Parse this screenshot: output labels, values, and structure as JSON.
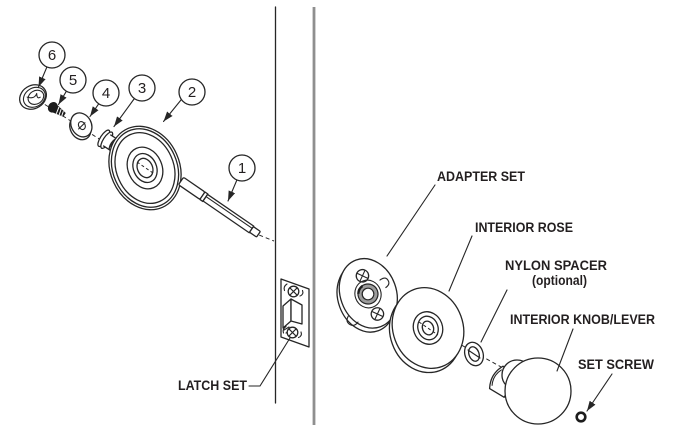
{
  "diagram": {
    "part_labels": {
      "latch_set": "LATCH SET",
      "adapter_set": "ADAPTER SET",
      "interior_rose": "INTERIOR ROSE",
      "nylon_spacer": "NYLON SPACER",
      "nylon_spacer_note": "(optional)",
      "interior_knob_lever": "INTERIOR KNOB/LEVER",
      "set_screw": "SET SCREW"
    },
    "callouts": [
      {
        "number": "1"
      },
      {
        "number": "2"
      },
      {
        "number": "3"
      },
      {
        "number": "4"
      },
      {
        "number": "5"
      },
      {
        "number": "6"
      }
    ],
    "colors": {
      "line": "#262626",
      "door_edge_gray": "#8f8f8f",
      "screw_fill": "#1c1c1c",
      "adapter_ring_gray": "#9c9c9c",
      "background": "#ffffff"
    }
  }
}
